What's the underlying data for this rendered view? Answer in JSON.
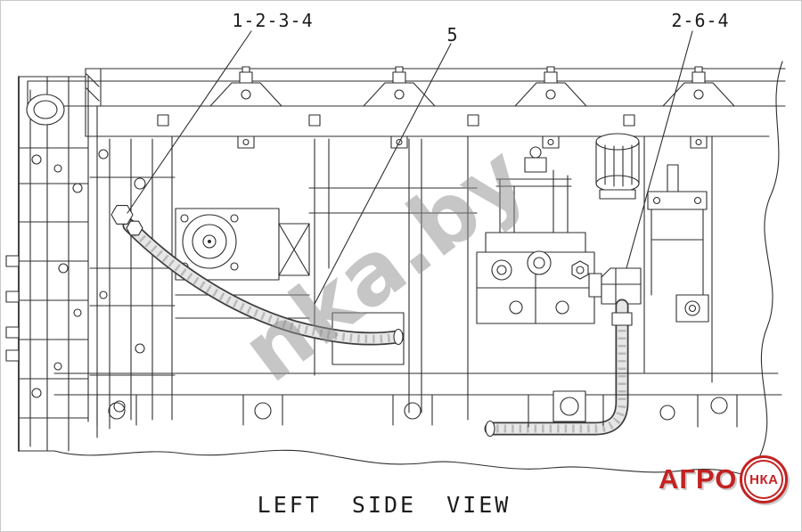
{
  "page": {
    "background": "#ffffff",
    "line_color": "#2e2e2e"
  },
  "diagram": {
    "caption": "LEFT SIDE VIEW",
    "callouts": [
      {
        "label": "1-2-3-4"
      },
      {
        "label": "5"
      },
      {
        "label": "2-6-4"
      }
    ]
  },
  "watermark": {
    "text": "nka.by",
    "color": "#8f8f8f"
  },
  "logo": {
    "text_left": "АГРО",
    "badge_text": "НКА",
    "color": "#c32222"
  }
}
